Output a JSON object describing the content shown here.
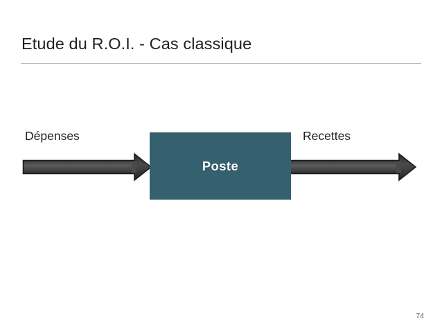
{
  "slide": {
    "title": "Etude du R.O.I. - Cas classique",
    "page_number": "74",
    "background_color": "#ffffff",
    "title_color": "#231f20",
    "rule_color": "#b9b9b9"
  },
  "diagram": {
    "type": "flow",
    "node": {
      "label": "Poste",
      "fill_color": "#35616f",
      "text_color": "#ffffff"
    },
    "flows": [
      {
        "label": "Dépenses",
        "direction": "right",
        "position": "inbound-left",
        "arrow_color": "#4d4d4d",
        "arrow_outline_color": "#1a1a1a"
      },
      {
        "label": "Recettes",
        "direction": "right",
        "position": "outbound-right",
        "arrow_color": "#4d4d4d",
        "arrow_outline_color": "#1a1a1a"
      }
    ]
  }
}
